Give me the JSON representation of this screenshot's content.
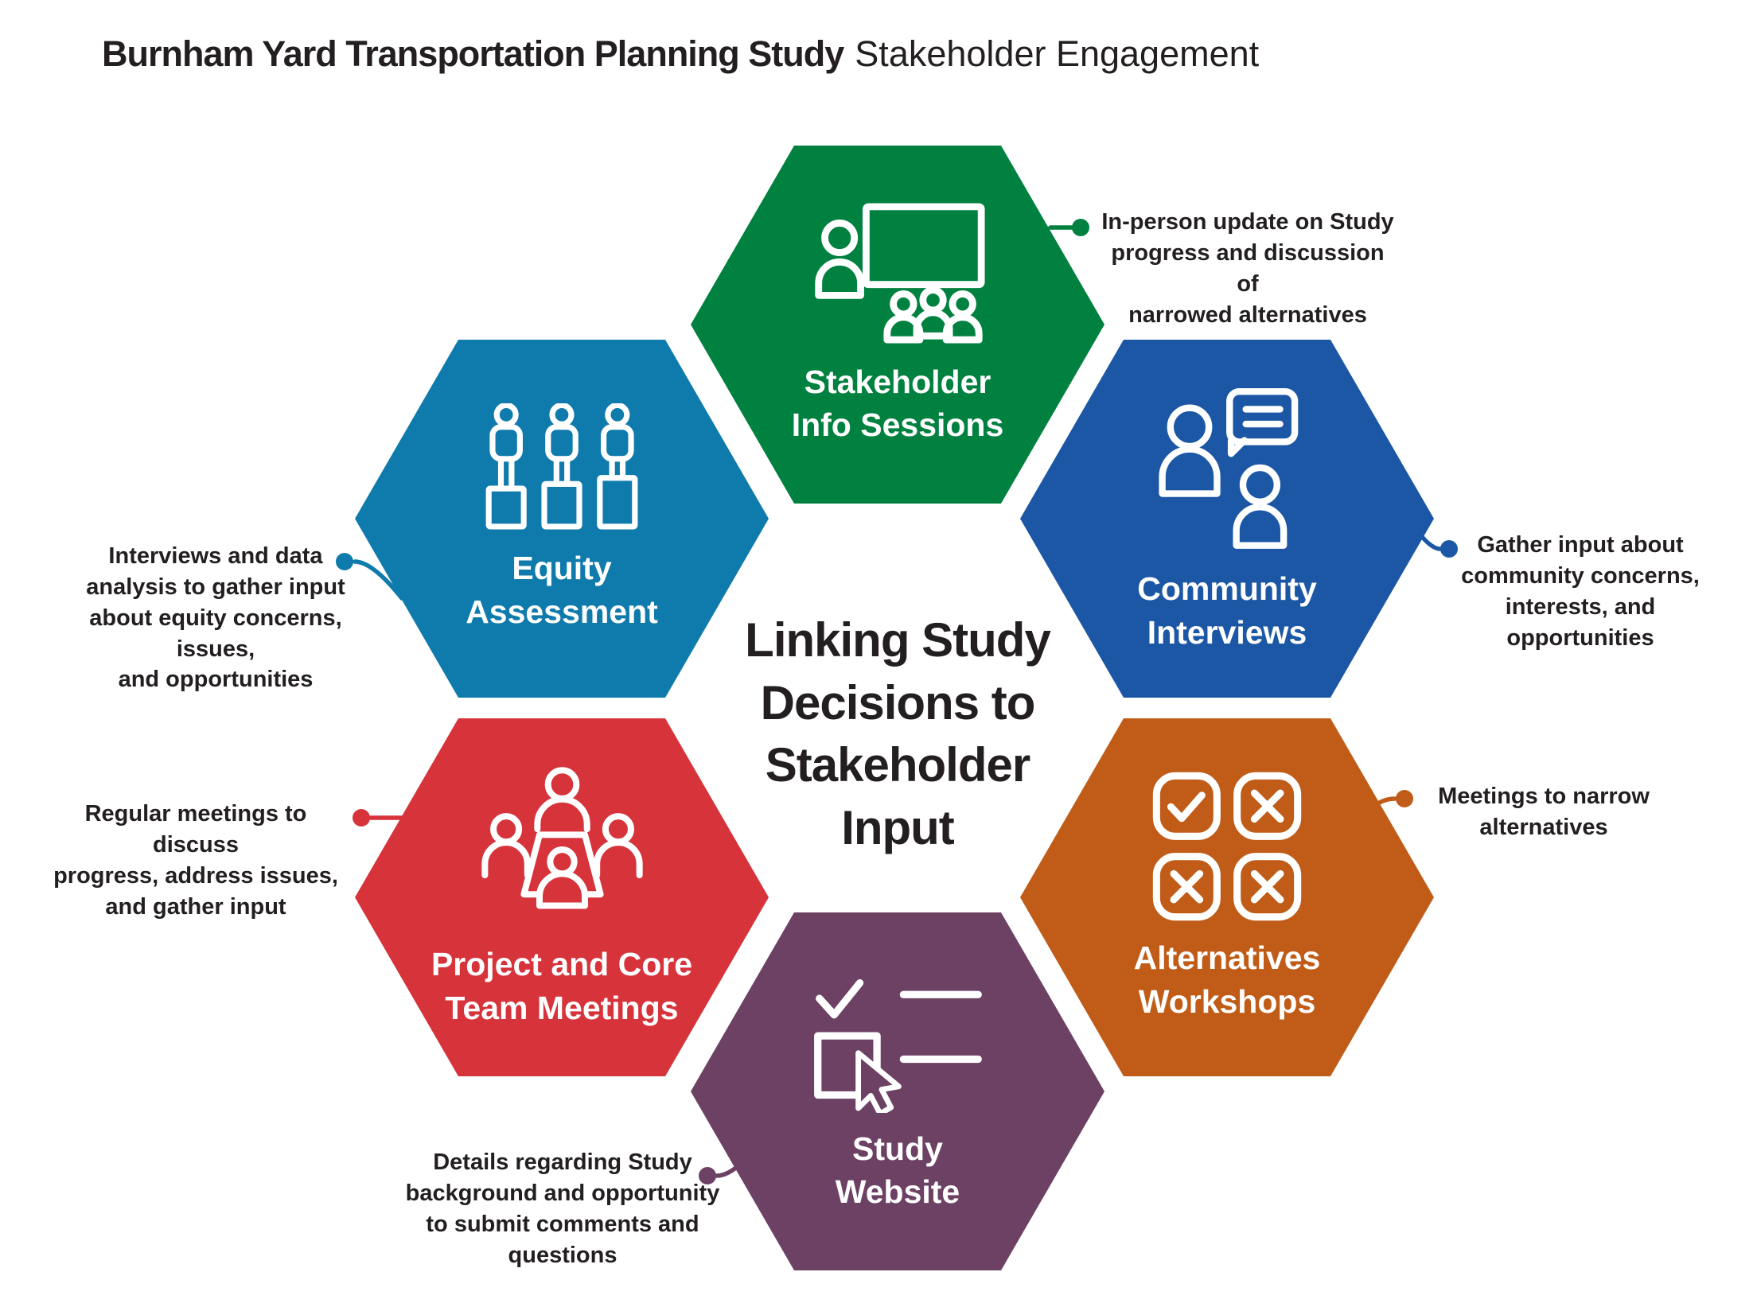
{
  "title": {
    "study": "Burnham Yard Transportation Planning Study",
    "suffix": "Stakeholder Engagement"
  },
  "center_message": {
    "lines": [
      "Linking Study",
      "Decisions to",
      "Stakeholder",
      "Input"
    ]
  },
  "colors": {
    "green": "#00813F",
    "teal": "#0F7BAC",
    "blue": "#1C57A5",
    "red": "#D6333B",
    "orange": "#C05C17",
    "purple": "#6C4164",
    "text": "#231F20",
    "icon_stroke": "#FFFFFF"
  },
  "hexagons": {
    "info_sessions": {
      "label_lines": [
        "Stakeholder",
        "Info Sessions"
      ],
      "icon": "presentation-audience-icon",
      "annotation_lines": [
        "In-person update on Study",
        "progress and discussion of",
        "narrowed alternatives"
      ]
    },
    "community_interviews": {
      "label_lines": [
        "Community",
        "Interviews"
      ],
      "icon": "people-conversation-icon",
      "annotation_lines": [
        "Gather input about",
        "community concerns,",
        "interests, and opportunities"
      ]
    },
    "equity_assessment": {
      "label_lines": [
        "Equity",
        "Assessment"
      ],
      "icon": "equity-people-icon",
      "annotation_lines": [
        "Interviews and data",
        "analysis to gather input",
        "about equity concerns, issues,",
        "and opportunities"
      ]
    },
    "team_meetings": {
      "label_lines": [
        "Project and Core",
        "Team Meetings"
      ],
      "icon": "meeting-table-icon",
      "annotation_lines": [
        "Regular meetings to discuss",
        "progress, address issues,",
        "and gather input"
      ]
    },
    "alternatives_workshops": {
      "label_lines": [
        "Alternatives",
        "Workshops"
      ],
      "icon": "check-x-options-icon",
      "annotation_lines": [
        "Meetings to narrow",
        "alternatives"
      ]
    },
    "study_website": {
      "label_lines": [
        "Study",
        "Website"
      ],
      "icon": "website-checklist-icon",
      "annotation_lines": [
        "Details regarding Study",
        "background and opportunity",
        "to submit comments and questions"
      ]
    }
  }
}
